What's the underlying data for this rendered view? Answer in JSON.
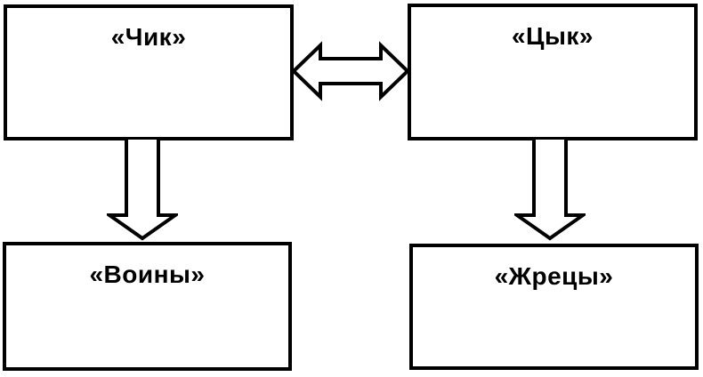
{
  "diagram": {
    "background_color": "#ffffff",
    "stroke_color": "#000000",
    "nodes": [
      {
        "id": "chik",
        "label": "«Чик»",
        "position": "top-left"
      },
      {
        "id": "tsyk",
        "label": "«Цык»",
        "position": "top-right"
      },
      {
        "id": "voiny",
        "label": "«Воины»",
        "position": "bottom-left"
      },
      {
        "id": "zhretsy",
        "label": "«Жрецы»",
        "position": "bottom-right"
      }
    ],
    "edges": [
      {
        "from": "chik",
        "to": "tsyk",
        "type": "double-headed-horizontal-arrow"
      },
      {
        "from": "chik",
        "to": "voiny",
        "type": "down-arrow"
      },
      {
        "from": "tsyk",
        "to": "zhretsy",
        "type": "down-arrow"
      }
    ]
  }
}
